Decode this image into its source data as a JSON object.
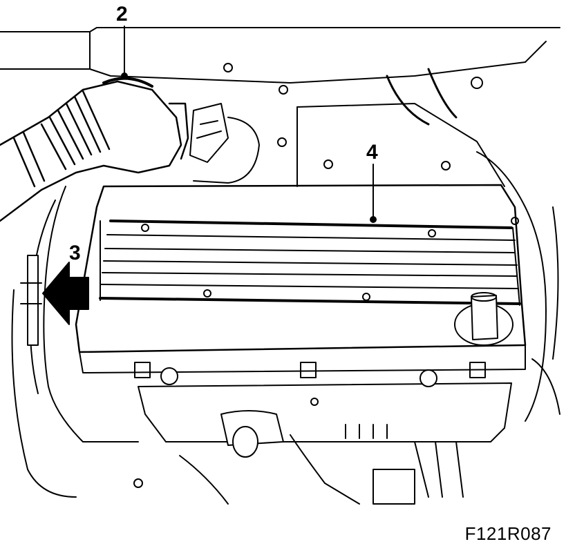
{
  "callouts": {
    "c2": "2",
    "c3": "3",
    "c4": "4"
  },
  "figure_code": "F121R087",
  "colors": {
    "line": "#000000",
    "fill": "#ffffff"
  }
}
